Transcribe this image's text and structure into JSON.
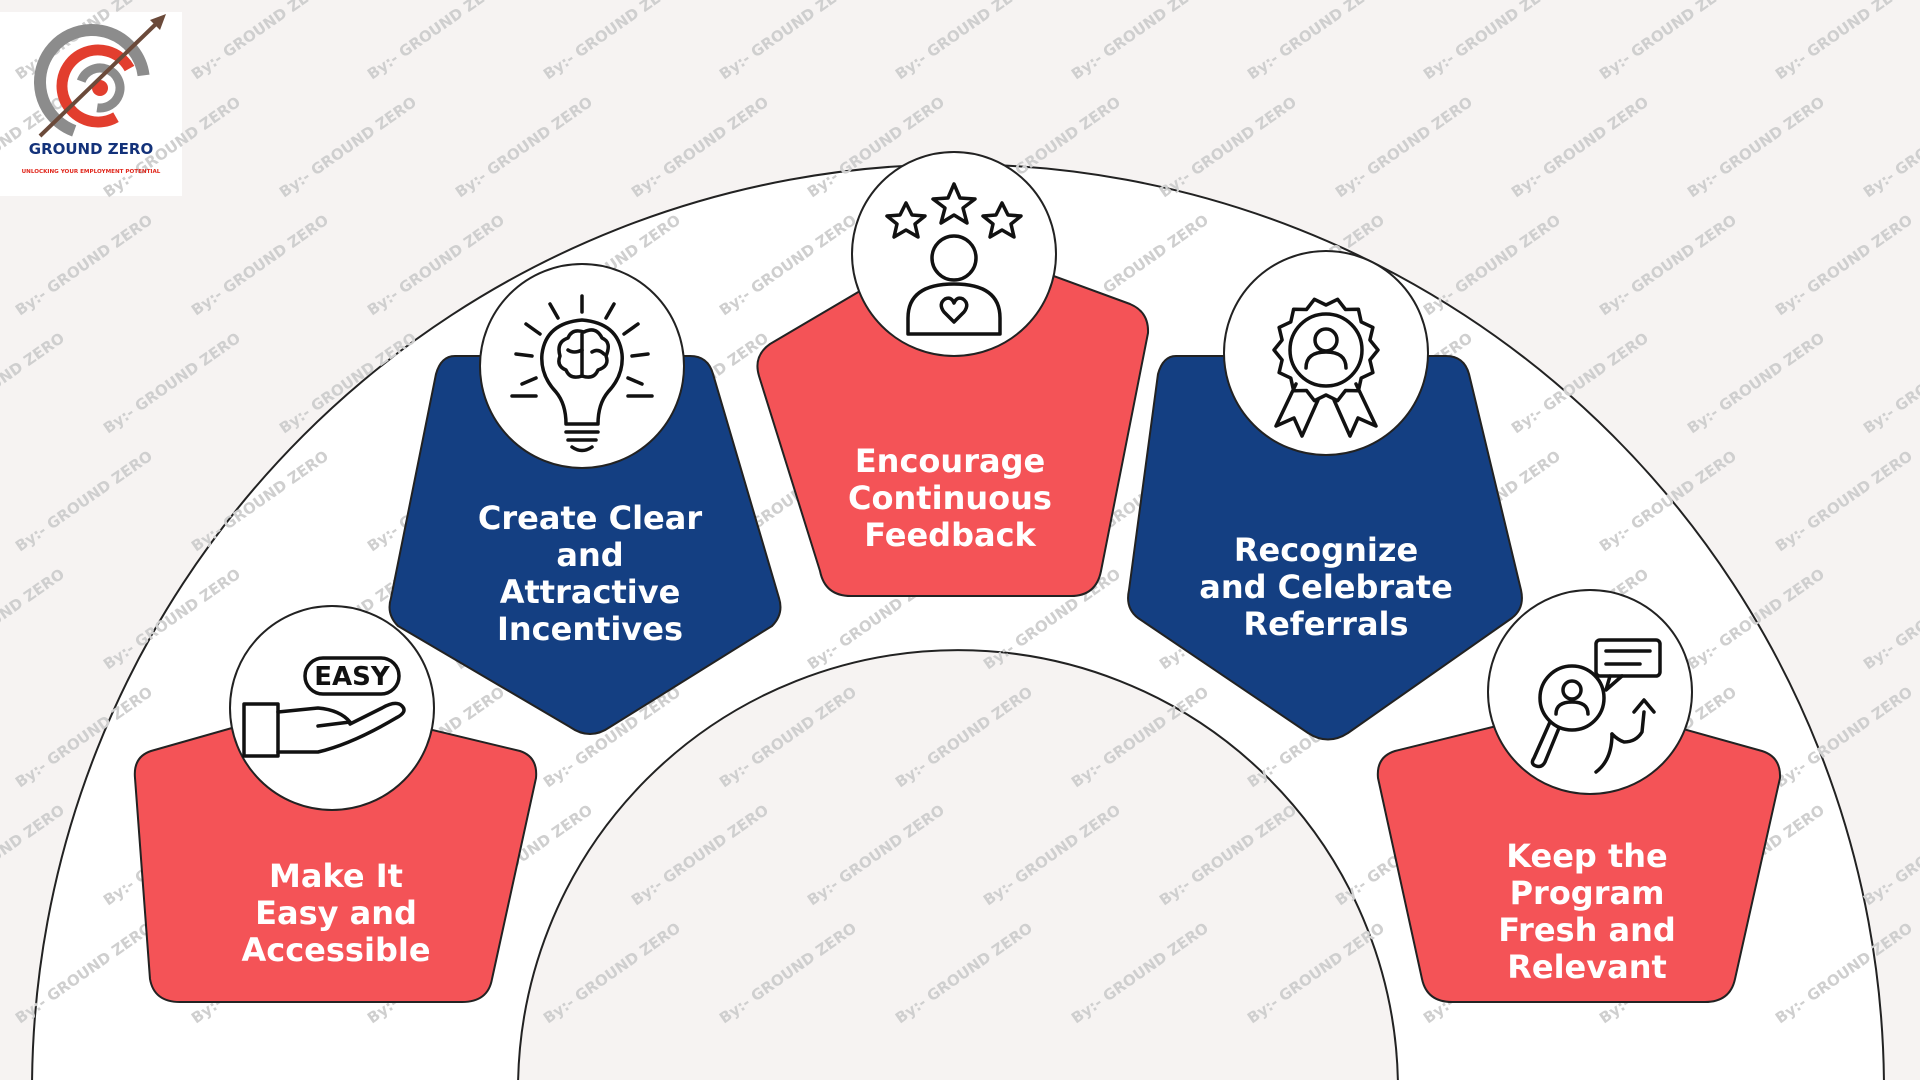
{
  "brand": {
    "name": "GROUND ZERO",
    "tagline": "UNLOCKING YOUR EMPLOYMENT POTENTIAL",
    "watermark": "By:- GROUND ZERO"
  },
  "colors": {
    "background": "#f6f3f2",
    "coral": "#f45357",
    "navy": "#143f82",
    "outline": "#222222"
  },
  "steps": [
    {
      "label": "Make It\nEasy and\nAccessible",
      "color": "coral",
      "icon": "easy-hand-icon"
    },
    {
      "label": "Create Clear\nand\nAttractive\nIncentives",
      "color": "navy",
      "icon": "idea-bulb-icon"
    },
    {
      "label": "Encourage\nContinuous\nFeedback",
      "color": "coral",
      "icon": "feedback-stars-icon"
    },
    {
      "label": "Recognize\nand Celebrate\nReferrals",
      "color": "navy",
      "icon": "award-badge-icon"
    },
    {
      "label": "Keep the\nProgram\nFresh and\nRelevant",
      "color": "coral",
      "icon": "search-refresh-icon"
    }
  ]
}
